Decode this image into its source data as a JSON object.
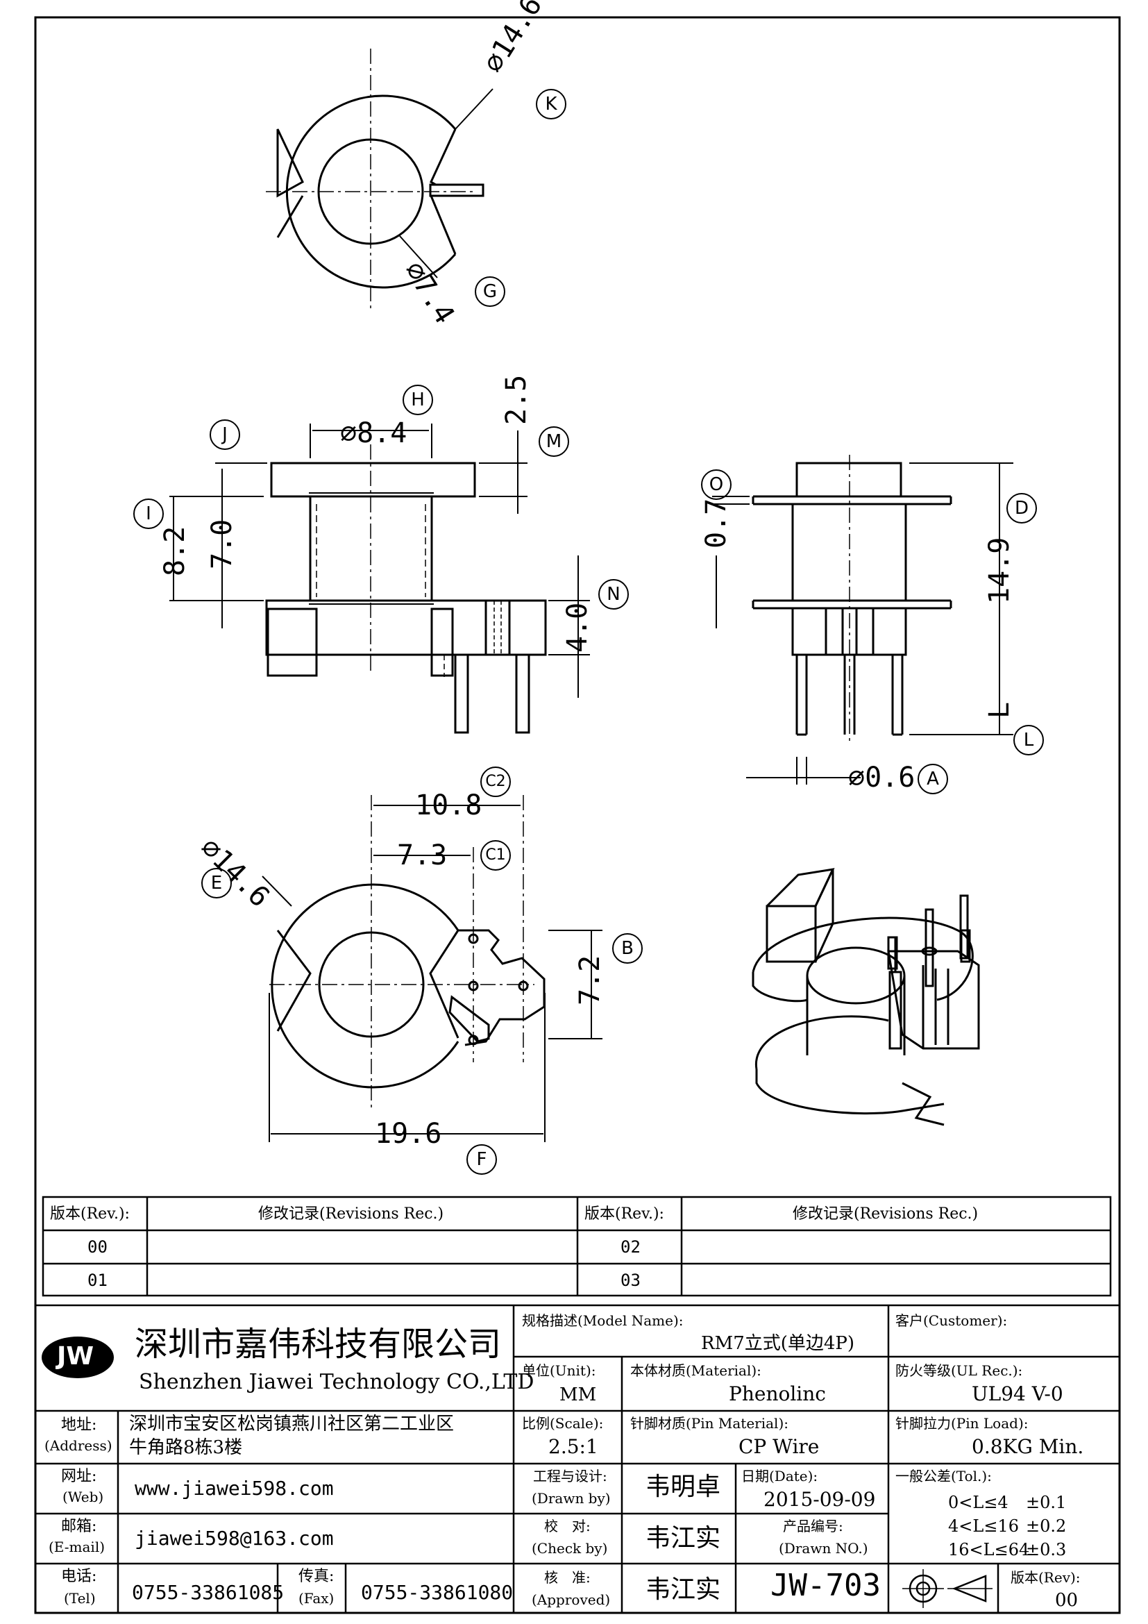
{
  "dimensions": {
    "top_outer_dia": "∅14.6",
    "top_inner_dia": "∅7.4",
    "flange_dia": "∅8.4",
    "flange_thk": "2.5",
    "height_82": "8.2",
    "height_70": "7.0",
    "base_height": "4.0",
    "side_07": "0.7",
    "side_149": "14.9",
    "pin_L": "L",
    "pin_dia": "∅0.6",
    "bottom_108": "10.8",
    "bottom_73": "7.3",
    "bottom_dia": "∅14.6",
    "bottom_72": "7.2",
    "bottom_196": "19.6"
  },
  "markers": [
    "K",
    "G",
    "H",
    "J",
    "M",
    "I",
    "N",
    "O",
    "D",
    "L",
    "A",
    "C2",
    "C1",
    "E",
    "B",
    "F"
  ],
  "revisions": {
    "rev_header": "版本(Rev.):",
    "rec_header": "修改记录(Revisions Rec.)",
    "left_revs": [
      "00",
      "01"
    ],
    "right_revs": [
      "02",
      "03"
    ]
  },
  "company": {
    "logo": "JW",
    "name_cn": "深圳市嘉伟科技有限公司",
    "name_en": "Shenzhen Jiawei Technology CO.,LTD"
  },
  "info": {
    "address_label": "地址:",
    "address_label_en": "(Address)",
    "address_line1": "深圳市宝安区松岗镇燕川社区第二工业区",
    "address_line2": "牛角路8栋3楼",
    "web_label": "网址:",
    "web_label_en": "(Web)",
    "web": "www.jiawei598.com",
    "email_label": "邮箱:",
    "email_label_en": "(E-mail)",
    "email": "jiawei598@163.com",
    "tel_label": "电话:",
    "tel_label_en": "(Tel)",
    "tel": "0755-33861085",
    "fax_label": "传真:",
    "fax_label_en": "(Fax)",
    "fax": "0755-33861080"
  },
  "spec": {
    "model_label": "规格描述(Model Name):",
    "model": "RM7立式(单边4P)",
    "customer_label": "客户(Customer):",
    "unit_label": "单位(Unit):",
    "unit": "MM",
    "material_label": "本体材质(Material):",
    "material": "Phenolinc",
    "ul_label": "防火等级(UL Rec.):",
    "ul": "UL94 V-0",
    "scale_label": "比例(Scale):",
    "scale": "2.5:1",
    "pin_material_label": "针脚材质(Pin Material):",
    "pin_material": "CP Wire",
    "pin_load_label": "针脚拉力(Pin Load):",
    "pin_load": "0.8KG Min.",
    "drawn_label": "工程与设计:",
    "drawn_label_en": "(Drawn by)",
    "drawn_by": "韦明卓",
    "date_label": "日期(Date):",
    "date": "2015-09-09",
    "tol_label": "一般公差(Tol.):",
    "tol_rows": [
      [
        "0<L≤4",
        "±0.1"
      ],
      [
        "4<L≤16",
        "±0.2"
      ],
      [
        "16<L≤64",
        "±0.3"
      ]
    ],
    "check_label": "校　对:",
    "check_label_en": "(Check by)",
    "check_by": "韦江实",
    "drawing_no_label": "产品编号:",
    "drawing_no_label_en": "(Drawn NO.)",
    "approve_label": "核　准:",
    "approve_label_en": "(Approved)",
    "approved_by": "韦江实",
    "drawing_no": "JW-703",
    "rev_label": "版本(Rev):",
    "rev": "00"
  }
}
